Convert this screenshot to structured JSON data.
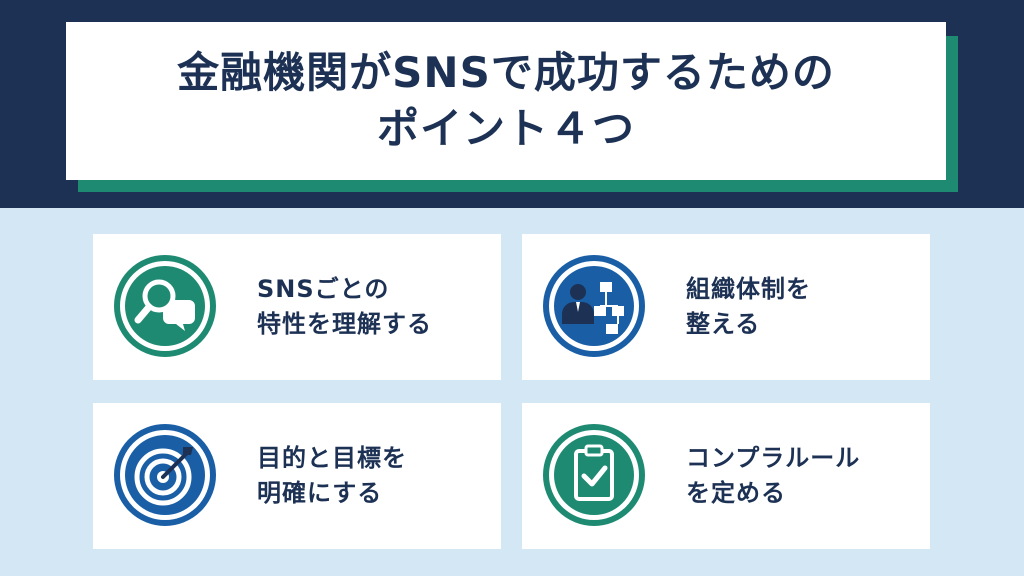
{
  "title": {
    "line1": "金融機関がSNSで成功するための",
    "line2": "ポイント４つ"
  },
  "cards": [
    {
      "line1": "SNSごとの",
      "line2": "特性を理解する",
      "icon": "search-chat-icon",
      "color": "#1e8a72"
    },
    {
      "line1": "組織体制を",
      "line2": "整える",
      "icon": "organization-icon",
      "color": "#1a5fa6"
    },
    {
      "line1": "目的と目標を",
      "line2": "明確にする",
      "icon": "target-icon",
      "color": "#1a5fa6"
    },
    {
      "line1": "コンプラルール",
      "line2": "を定める",
      "icon": "clipboard-check-icon",
      "color": "#1e8a72"
    }
  ],
  "colors": {
    "navy": "#1c3154",
    "teal": "#1e8a72",
    "blue": "#1a5fa6",
    "light_blue": "#d3e7f5"
  }
}
